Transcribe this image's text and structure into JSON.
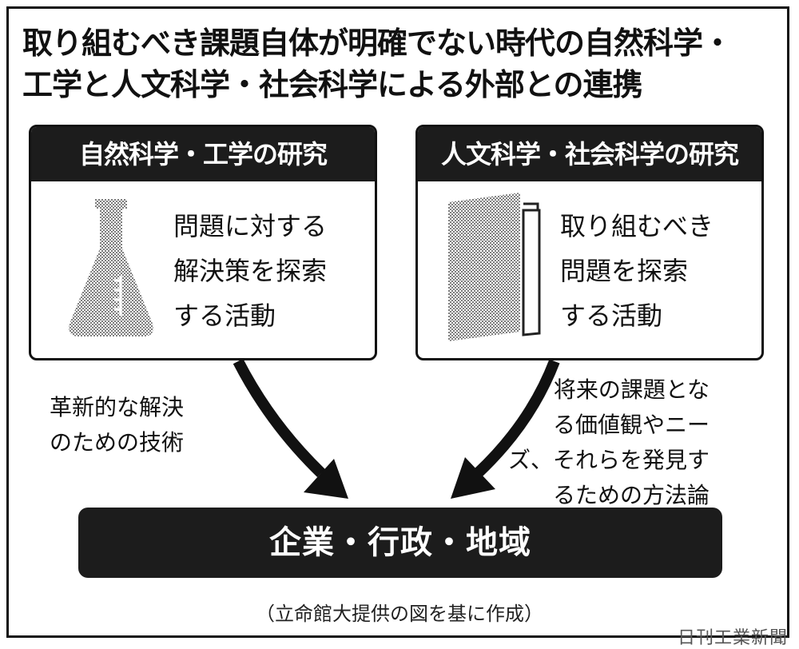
{
  "title": {
    "line1": "取り組むべき課題自体が明確でない時代の自然科学・",
    "line2": "工学と人文科学・社会科学による外部との連携"
  },
  "left_box": {
    "header": "自然科学・工学の研究",
    "body_lines": [
      "問題に対する",
      "解決策を探索",
      "する活動"
    ],
    "icon": "flask-icon"
  },
  "right_box": {
    "header": "人文科学・社会科学の研究",
    "body_lines": [
      "取り組むべき",
      "問題を探索",
      "する活動"
    ],
    "icon": "folder-icon"
  },
  "left_arrow_label": [
    "革新的な解決",
    "のための技術"
  ],
  "right_arrow_label": [
    "将来の課題とな",
    "る価値観やニー",
    "ズ、それらを発見す",
    "るための方法論"
  ],
  "target": "企業・行政・地域",
  "caption": "（立命館大提供の図を基に作成）",
  "credit": "日刊工業新聞",
  "colors": {
    "dark": "#1c1c1c",
    "text": "#111111",
    "dotted_fill": "#9a9a9a"
  }
}
